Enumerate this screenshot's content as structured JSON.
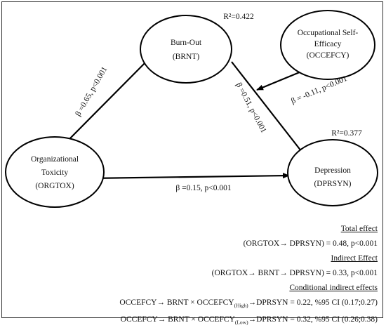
{
  "nodes": {
    "burnout": {
      "line1": "Burn-Out",
      "line2": "(BRNT)"
    },
    "efficacy": {
      "line1": "Occupational Self-",
      "line2": "Efficacy",
      "line3": "(OCCEFCY)"
    },
    "toxicity": {
      "line1": "Organizational",
      "line2": "Toxicity",
      "line3": "(ORGTOX)"
    },
    "depression": {
      "line1": "Depression",
      "line2": "(DPRSYN)"
    }
  },
  "r2": {
    "burnout": "R²=0.422",
    "depression": "R²=0.377"
  },
  "paths": {
    "tox_to_brnt": "β =0.65, p<0.001",
    "brnt_to_dep": "β =0.51, p<0.001",
    "eff_to_path": "β = -0.11, p<0.001",
    "tox_to_dep": "β =0.15, p<0.001"
  },
  "effects": {
    "total_header": "Total effect",
    "total_value": "(ORGTOX→ DPRSYN) = 0.48, p<0.001",
    "indirect_header": "Indirect Effect",
    "indirect_value": "(ORGTOX→ BRNT→ DPRSYN) = 0.33, p<0.001",
    "conditional_header": "Conditional indirect effects",
    "cond_high_a": "OCCEFCY→ BRNT × OCCEFCY",
    "cond_high_sub": "(High)",
    "cond_high_b": "→DPRSYN = 0.22, %95 CI (0.17;0.27)",
    "cond_low_a": "OCCEFCY→ BRNT × OCCEFCY",
    "cond_low_sub": "(Low)",
    "cond_low_b": "→DPRSYN = 0.32, %95 CI (0.26;0.38)"
  }
}
